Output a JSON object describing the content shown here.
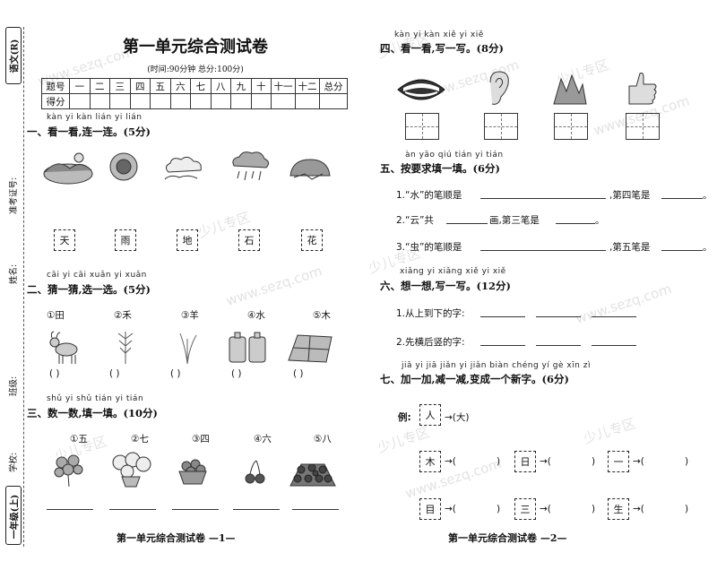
{
  "side": {
    "subject": "语文(R)",
    "grade": "一年级(上)",
    "fields": [
      "学校:",
      "班级:",
      "姓名:",
      "准考证号:"
    ]
  },
  "header": {
    "title": "第一单元综合测试卷",
    "subtitle": "(时间:90分钟 总分:100分)"
  },
  "score_table": {
    "row1": [
      "题号",
      "一",
      "二",
      "三",
      "四",
      "五",
      "六",
      "七",
      "八",
      "九",
      "十",
      "十一",
      "十二",
      "总分"
    ],
    "row2_label": "得分"
  },
  "s1": {
    "pinyin": "kàn yi kàn  lián yi lián",
    "title": "一、看一看,连一连。(5分)",
    "chars": [
      "天",
      "雨",
      "地",
      "石",
      "花"
    ],
    "pictures": [
      "landscape-icon",
      "flower-icon",
      "clouds-icon",
      "rain-cloud-icon",
      "rock-icon"
    ]
  },
  "s2": {
    "pinyin": "cāi yi cāi  xuǎn yi xuǎn",
    "title": "二、猜一猜,选一选。(5分)",
    "options": [
      "①田",
      "②禾",
      "③羊",
      "④水",
      "⑤木"
    ],
    "blank": "(     )",
    "pictures": [
      "goat-icon",
      "tree-icon",
      "rice-plant-icon",
      "water-jugs-icon",
      "field-icon"
    ]
  },
  "s3": {
    "pinyin": "shǔ yi shǔ  tián yi tián",
    "title": "三、数一数,填一填。(10分)",
    "options": [
      "①五",
      "②七",
      "③四",
      "④六",
      "⑤八"
    ],
    "pictures": [
      "balloons-icon",
      "potted-flowers-icon",
      "fruit-basket-icon",
      "cherries-icon",
      "flower-bed-icon"
    ]
  },
  "s4": {
    "pinyin": "kàn yi kàn  xiě yi xiě",
    "title": "四、看一看,写一写。(8分)",
    "pictures": [
      "mouth-icon",
      "ear-icon",
      "mountain-icon",
      "hand-icon"
    ]
  },
  "s5": {
    "pinyin": "àn yāo qiú tián yi tián",
    "title": "五、按要求填一填。(6分)",
    "items": [
      {
        "a": "1.“水”的笔顺是",
        "b": ",第四笔是",
        "c": "。"
      },
      {
        "a": "2.“云”共",
        "b": "画,第三笔是",
        "c": "。"
      },
      {
        "a": "3.“虫”的笔顺是",
        "b": ",第五笔是",
        "c": "。"
      }
    ]
  },
  "s6": {
    "pinyin": "xiǎng yi xiǎng  xiě yi xiě",
    "title": "六、想一想,写一写。(12分)",
    "items": [
      "1.从上到下的字:",
      "2.先横后竖的字:"
    ]
  },
  "s7": {
    "pinyin": "jiā yi jiā  jiǎn yi jiǎn  biàn chéng yí gè xīn zì",
    "title": "七、加一加,减一减,变成一个新字。(6分)",
    "example_label": "例:",
    "example_char": "人",
    "example_result": "→(大)",
    "chars": [
      "木",
      "日",
      "一",
      "目",
      "三",
      "生"
    ],
    "arrow": "→(",
    "close": ")"
  },
  "footer": {
    "left": "第一单元综合测试卷  —1—",
    "right": "第一单元综合测试卷  —2—"
  },
  "watermark": {
    "text1": "少儿专区",
    "text2": "www.sezq.com"
  }
}
